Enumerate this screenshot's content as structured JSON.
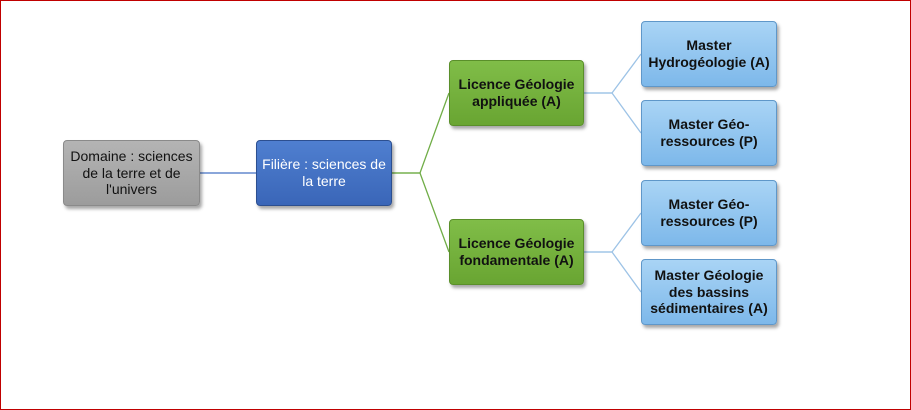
{
  "diagram": {
    "root": {
      "label": "Domaine : sciences de la terre et de l'univers"
    },
    "filiere": {
      "label": "Filière : sciences de la terre"
    },
    "licences": [
      {
        "label": "Licence Géologie appliquée  (A)"
      },
      {
        "label": "Licence Géologie fondamentale (A)"
      }
    ],
    "masters": [
      {
        "label": "Master Hydrogéologie (A)"
      },
      {
        "label": "Master Géo-ressources (P)"
      },
      {
        "label": "Master Géo-ressources (P)"
      },
      {
        "label": "Master Géologie des bassins sédimentaires (A)"
      }
    ]
  },
  "colors": {
    "border": "#c00000",
    "domain": "#a6a6a6",
    "filiere": "#4472c4",
    "licence": "#70ad47",
    "master": "#9dc3e6",
    "connector_blue": "#4472c4",
    "connector_green": "#70ad47",
    "connector_lightblue": "#9dc3e6"
  }
}
